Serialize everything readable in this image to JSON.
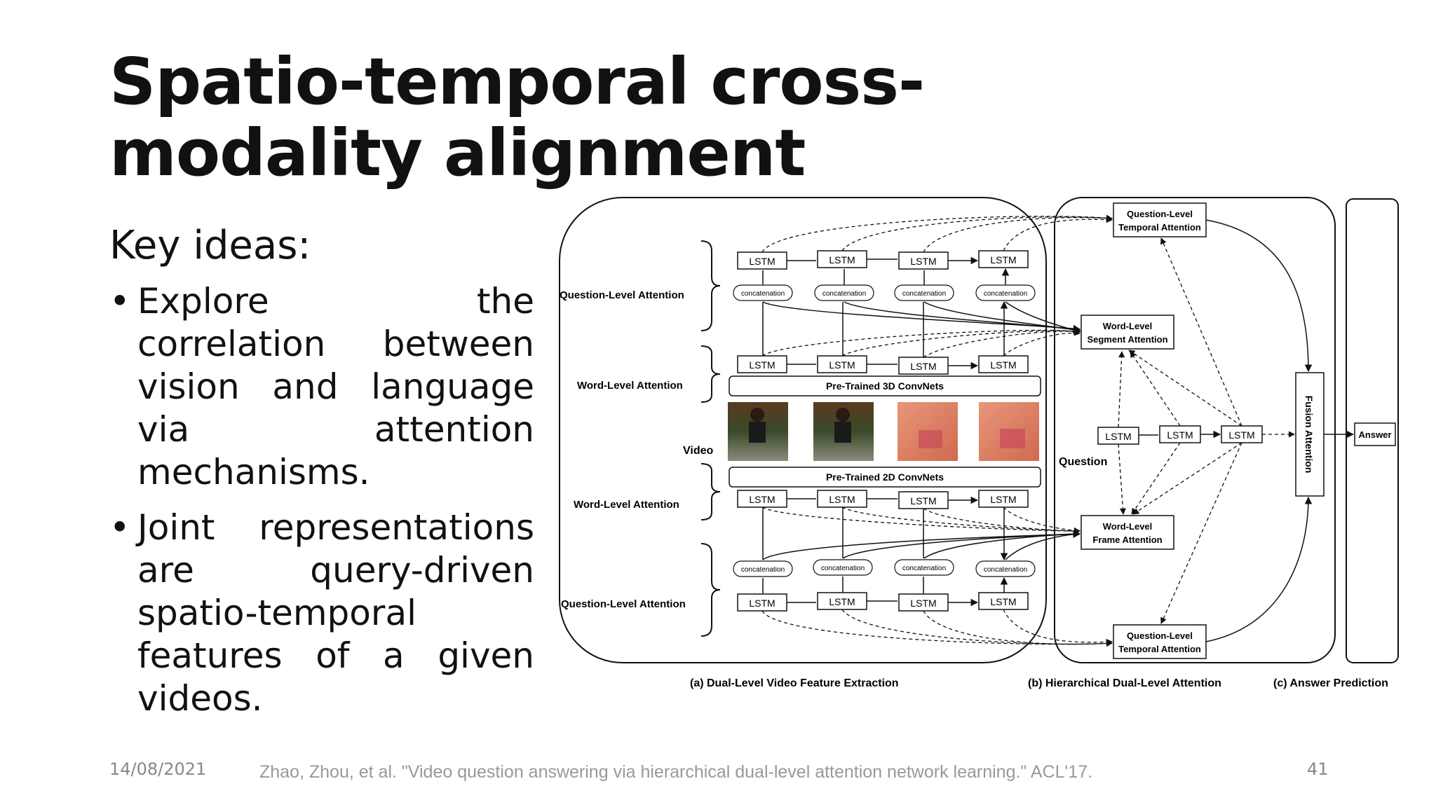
{
  "slide": {
    "title": "Spatio-temporal cross-modality alignment",
    "key_ideas": "Key ideas:",
    "bullets": [
      "Explore the correlation between vision and language via attention mechanisms.",
      "Joint representations are query-driven spatio-temporal features of a given videos."
    ],
    "date": "14/08/2021",
    "citation": "Zhao, Zhou, et al. \"Video question answering via hierarchical dual-level attention network learning.\" ACL'17.",
    "page_number": "41"
  },
  "diagram": {
    "left_labels": {
      "q_top": "Question-Level Attention",
      "w_top": "Word-Level Attention",
      "video": "Video",
      "w_bottom": "Word-Level Attention",
      "q_bottom": "Question-Level Attention"
    },
    "lstm": "LSTM",
    "concat": "concatenation",
    "convnet_3d": "Pre-Trained 3D ConvNets",
    "convnet_2d": "Pre-Trained 2D ConvNets",
    "question": "Question",
    "qlt_line1": "Question-Level",
    "qlt_line2": "Temporal Attention",
    "wls_line1": "Word-Level",
    "wls_line2": "Segment Attention",
    "wlf_line1": "Word-Level",
    "wlf_line2": "Frame Attention",
    "fusion": "Fusion Attention",
    "answer": "Answer",
    "captions": {
      "a": "(a) Dual-Level Video Feature Extraction",
      "b": "(b) Hierarchical Dual-Level Attention",
      "c": "(c) Answer Prediction"
    }
  }
}
